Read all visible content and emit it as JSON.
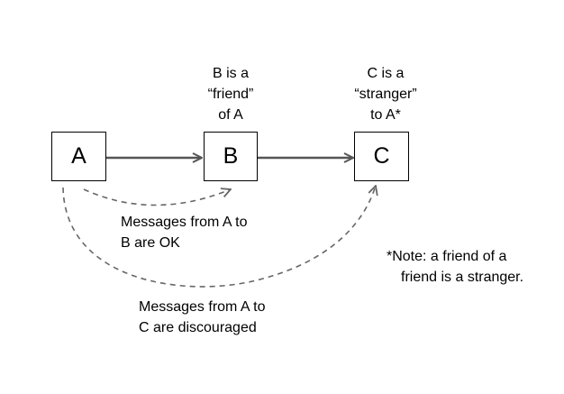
{
  "nodes": {
    "a": {
      "label": "A"
    },
    "b": {
      "label": "B"
    },
    "c": {
      "label": "C"
    }
  },
  "annotations": {
    "b_friend": [
      "B is a",
      "“friend”",
      "of A"
    ],
    "c_stranger": [
      "C is a",
      "“stranger”",
      "to A*"
    ],
    "msg_ok": [
      "Messages from A to",
      "B are OK"
    ],
    "msg_discouraged": [
      "Messages from A to",
      "C are discouraged"
    ],
    "note": [
      "*Note: a friend of a",
      "friend is a stranger."
    ]
  },
  "colors": {
    "box_border": "#000000",
    "solid_arrow": "#555555",
    "dashed_arrow": "#666666",
    "text": "#000000"
  }
}
